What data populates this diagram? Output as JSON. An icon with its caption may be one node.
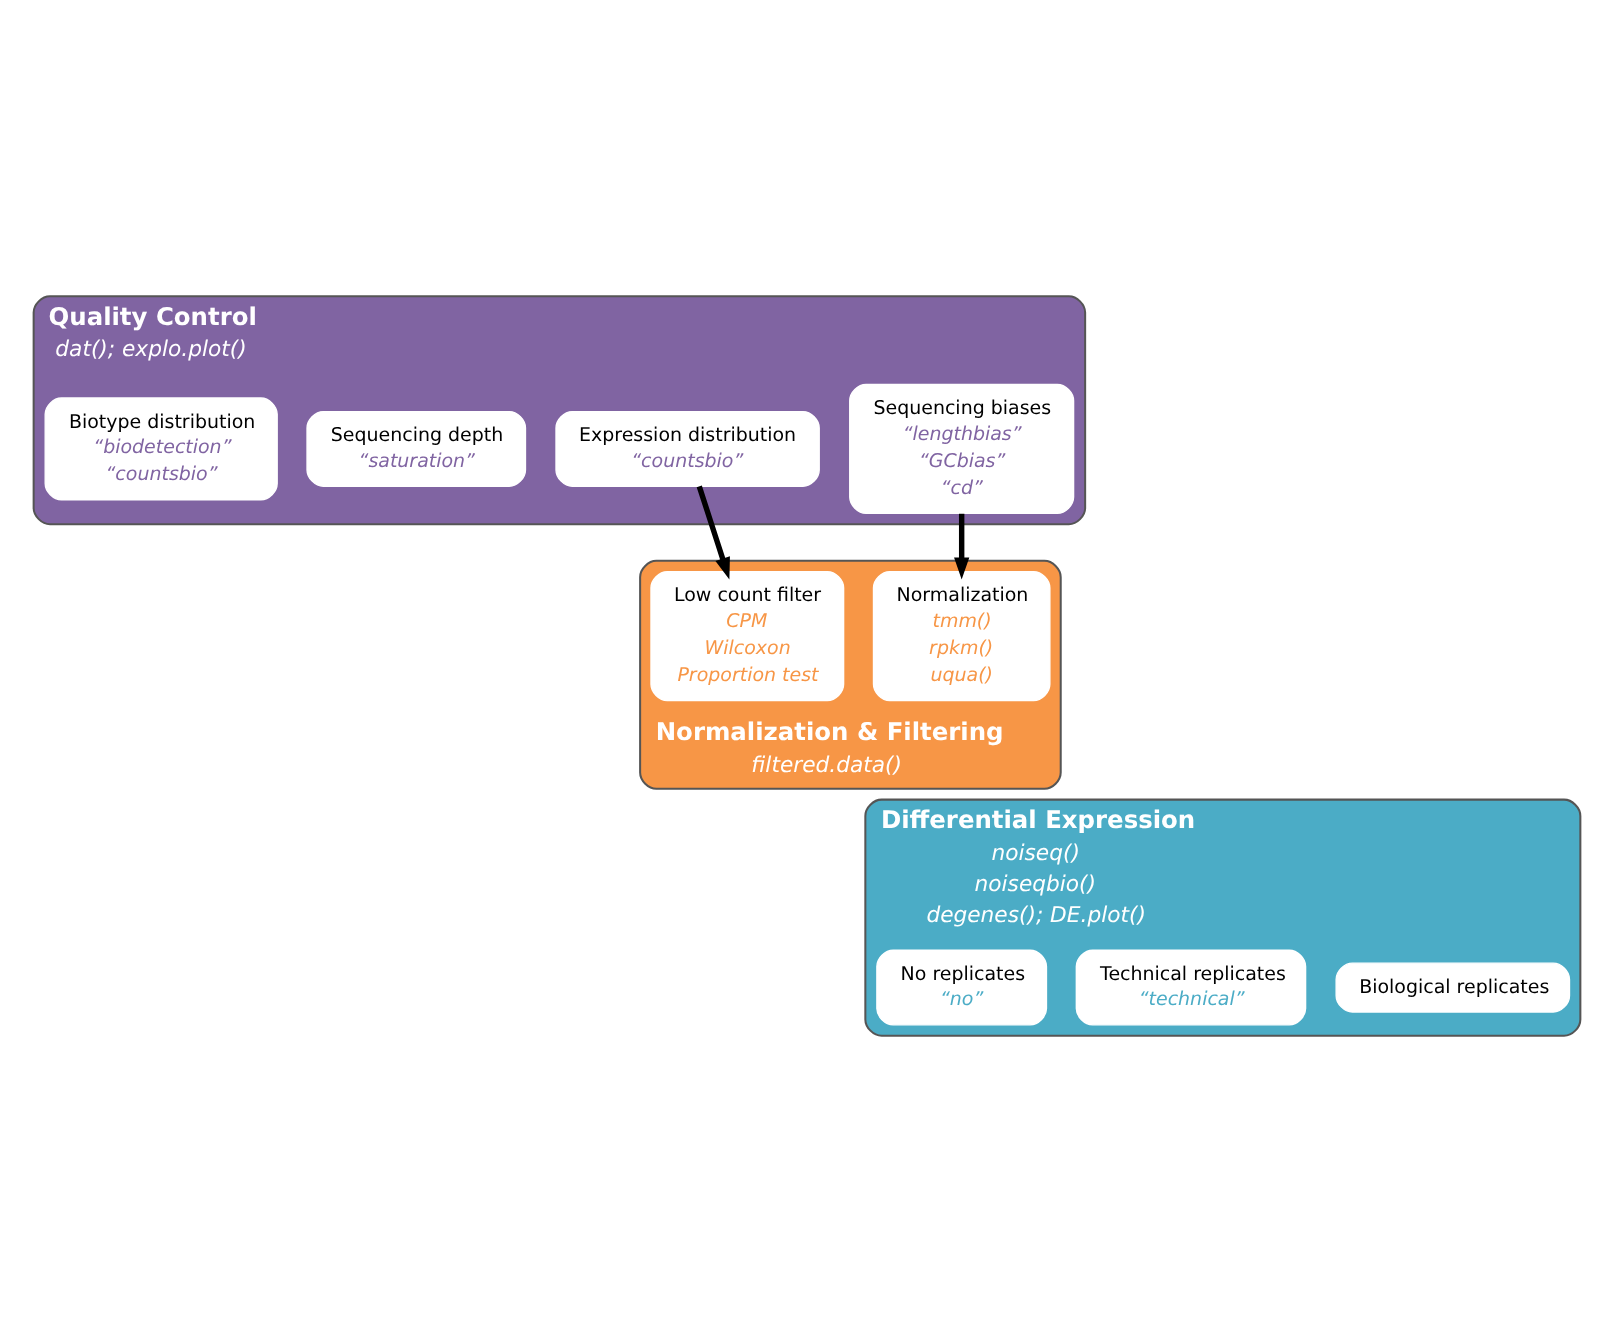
{
  "diagram": {
    "nodes": [
      {
        "text": [
          "Quality Control",
          "dat(); explo.plot()"
        ]
      },
      {
        "text": [
          "Biotype distribution",
          "“biodetection”",
          "“countsbio”"
        ],
        "in": 0
      },
      {
        "text": [
          "Sequencing depth",
          "“saturation”"
        ],
        "in": 0
      },
      {
        "text": [
          "Expression distribution",
          "“countsbio”"
        ],
        "in": 0
      },
      {
        "text": [
          "Sequencing biases",
          "“lengthbias”",
          "“GCbias”",
          "“cd”"
        ],
        "in": 0
      },
      {
        "text": [
          "Normalization & Filtering",
          "filtered.data()"
        ]
      },
      {
        "text": [
          "Low count filter",
          "CPM",
          "Wilcoxon",
          "Proportion test"
        ],
        "in": 5
      },
      {
        "text": [
          "Normalization",
          "tmm()",
          "rpkm()",
          "uqua()"
        ],
        "in": 5
      },
      {
        "text": [
          "Differential Expression",
          "noiseq()",
          "noiseqbio()",
          "degenes(); DE.plot()"
        ]
      },
      {
        "text": [
          "No replicates",
          "“no”"
        ],
        "in": 8
      },
      {
        "text": [
          "Technical replicates",
          "“technical”"
        ],
        "in": 8
      },
      {
        "text": [
          "Biological replicates"
        ],
        "in": 8
      }
    ],
    "edges": [
      {
        "from": 3,
        "to": 6,
        "arrow": "to"
      },
      {
        "from": 4,
        "to": 7,
        "arrow": "to"
      }
    ]
  }
}
